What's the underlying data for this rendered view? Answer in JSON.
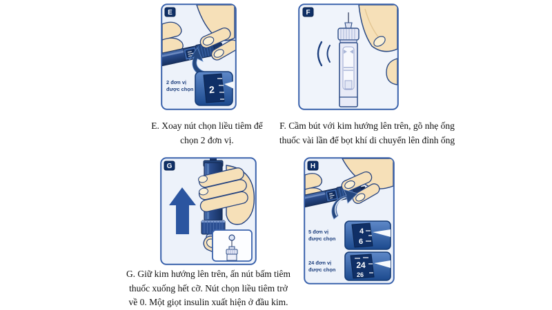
{
  "panels": {
    "e": {
      "letter": "E",
      "inset": {
        "label_line1": "2 đơn vị",
        "label_line2": "được chọn",
        "dial_main": "2"
      }
    },
    "f": {
      "letter": "F"
    },
    "g": {
      "letter": "G"
    },
    "h": {
      "letter": "H",
      "inset1": {
        "label_line1": "5 đơn vị",
        "label_line2": "được chọn",
        "dial_top": "4",
        "dial_bottom": "6"
      },
      "inset2": {
        "label_line1": "24 đơn vị",
        "label_line2": "được chọn",
        "dial_top": "24",
        "dial_bottom": "26"
      }
    }
  },
  "captions": {
    "e": {
      "line1": "E. Xoay nút chọn liều tiêm để",
      "line2": "chọn 2 đơn vị."
    },
    "f": {
      "line1": "F. Cầm bút với kim hướng lên trên, gõ nhẹ ống",
      "line2": "thuốc vài lần để bọt khí di chuyển lên đỉnh ống"
    },
    "g": {
      "line1": "G. Giữ kim hướng lên trên, ấn nút bấm tiêm",
      "line2": "thuốc xuống hết cỡ. Nút chọn liều tiêm trở",
      "line3": "về 0. Một giọt insulin xuất hiện ở đầu kim."
    }
  },
  "colors": {
    "panel_border": "#3a62ac",
    "panel_bg": "#edf2fa",
    "badge_bg": "#0f2f66",
    "pen_navy": "#24477f",
    "dial_window": "#0f2f66",
    "inset_blue": "#2f62ae",
    "skin": "#f6e0b8",
    "nail": "#fbf0d4",
    "label_blue": "#1d3f7e",
    "arrow_blue": "#2b55a0",
    "caption_text": "#0e0e0e"
  }
}
